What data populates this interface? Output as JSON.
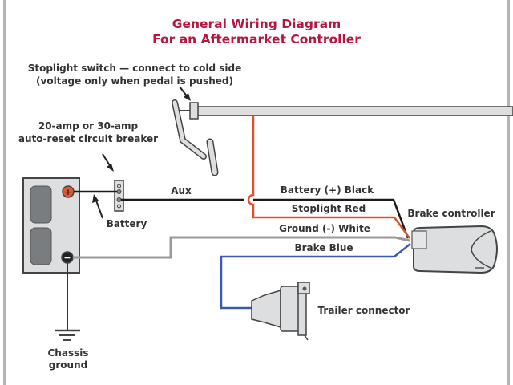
{
  "title": {
    "line1": "General Wiring Diagram",
    "line2": "For an Aftermarket Controller"
  },
  "labels": {
    "stoplight_switch_line1": "Stoplight switch — connect to cold side",
    "stoplight_switch_line2": "(voltage only when pedal is pushed)",
    "breaker_line1": "20-amp or 30-amp",
    "breaker_line2": "auto-reset circuit breaker",
    "battery": "Battery",
    "aux": "Aux",
    "battery_wire": "Battery (+)  Black",
    "stoplight_wire": "Stoplight  Red",
    "ground_wire": "Ground (-)  White",
    "brake_wire": "Brake  Blue",
    "brake_controller": "Brake controller",
    "trailer_connector": "Trailer connector",
    "chassis_line1": "Chassis",
    "chassis_line2": "ground"
  },
  "terminals": {
    "positive": "+",
    "negative": "−"
  },
  "colors": {
    "title": "#b5173f",
    "battery_wire": "#1a1a1a",
    "stoplight_wire": "#d9532b",
    "ground_wire": "#9a9a9a",
    "brake_wire": "#3b5ba8",
    "positive_terminal": "#e4572e",
    "component_fill": "#dcdedf",
    "component_stroke": "#444444"
  }
}
